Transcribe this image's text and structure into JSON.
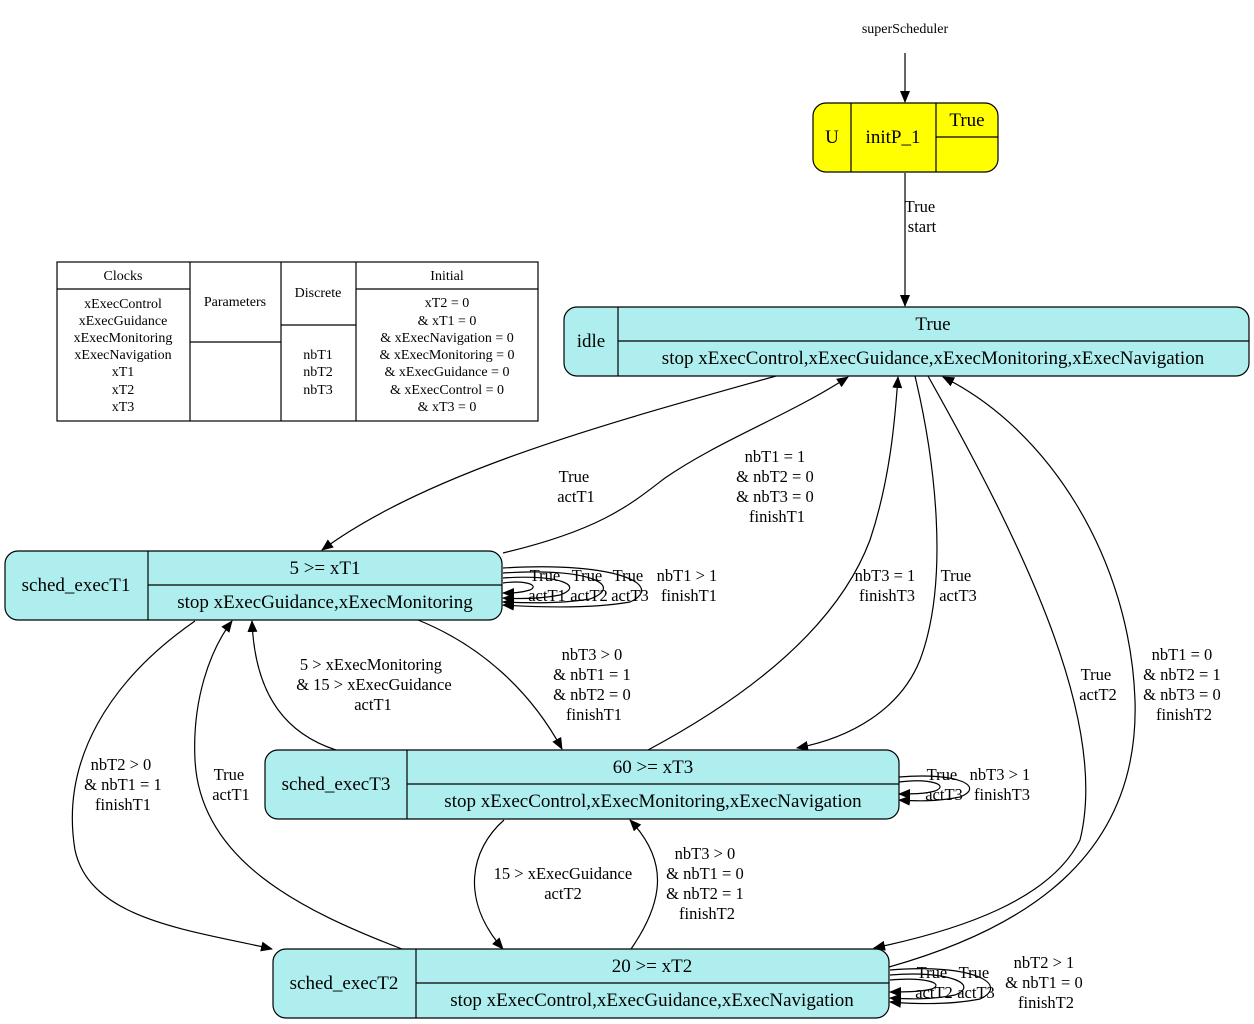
{
  "colors": {
    "initial_fill": "#ffff00",
    "state_fill": "#afeeee",
    "line": "#000000"
  },
  "start_label": "superScheduler",
  "initial_state": {
    "marker": "U",
    "name": "initP_1",
    "invariant": "True",
    "stop": ""
  },
  "states": {
    "idle": {
      "name": "idle",
      "invariant": "True",
      "stop": "stop xExecControl,xExecGuidance,xExecMonitoring,xExecNavigation"
    },
    "execT1": {
      "name": "sched_execT1",
      "invariant": "5 >= xT1",
      "stop": "stop xExecGuidance,xExecMonitoring"
    },
    "execT3": {
      "name": "sched_execT3",
      "invariant": "60 >= xT3",
      "stop": "stop xExecControl,xExecMonitoring,xExecNavigation"
    },
    "execT2": {
      "name": "sched_execT2",
      "invariant": "20 >= xT2",
      "stop": "stop xExecControl,xExecGuidance,xExecNavigation"
    }
  },
  "decl_table": {
    "clocks_header": "Clocks",
    "clocks": [
      "xExecControl",
      "xExecGuidance",
      "xExecMonitoring",
      "xExecNavigation",
      "xT1",
      "xT2",
      "xT3"
    ],
    "parameters_header": "Parameters",
    "discrete_header": "Discrete",
    "discrete": [
      "nbT1",
      "nbT2",
      "nbT3"
    ],
    "initial_header": "Initial",
    "initial": [
      "xT2 = 0",
      "& xT1 = 0",
      "& xExecNavigation = 0",
      "& xExecMonitoring = 0",
      "& xExecGuidance = 0",
      "& xExecControl = 0",
      "& xT3 = 0"
    ]
  },
  "edges": {
    "init_idle": [
      "True",
      "start"
    ],
    "idle_t1": [
      "True",
      "actT1"
    ],
    "t1_idle": [
      "nbT1 = 1",
      "& nbT2 = 0",
      "& nbT3 = 0",
      "finishT1"
    ],
    "t3_idle": [
      "nbT3 = 1",
      "finishT3"
    ],
    "idle_t3": [
      "True",
      "actT3"
    ],
    "idle_t2": [
      "True",
      "actT2"
    ],
    "t2_idle": [
      "nbT1 = 0",
      "& nbT2 = 1",
      "& nbT3 = 0",
      "finishT2"
    ],
    "t1_self_a": [
      "True",
      "actT1"
    ],
    "t1_self_b": [
      "True",
      "actT2"
    ],
    "t1_self_c": [
      "True",
      "actT3"
    ],
    "t1_self_d": [
      "nbT1 > 1",
      "finishT1"
    ],
    "t1_t3": [
      "nbT3 > 0",
      "& nbT1 = 1",
      "& nbT2 = 0",
      "finishT1"
    ],
    "t3_t1": [
      "5 > xExecMonitoring",
      "& 15 > xExecGuidance",
      "actT1"
    ],
    "t1_t2": [
      "nbT2 > 0",
      "& nbT1 = 1",
      "finishT1"
    ],
    "t2_t1": [
      "True",
      "actT1"
    ],
    "t3_self_a": [
      "True",
      "actT3"
    ],
    "t3_self_b": [
      "nbT3 > 1",
      "finishT3"
    ],
    "t3_t2": [
      "15 > xExecGuidance",
      "actT2"
    ],
    "t2_t3": [
      "nbT3 > 0",
      "& nbT1 = 0",
      "& nbT2 = 1",
      "finishT2"
    ],
    "t2_self_a": [
      "True",
      "actT2"
    ],
    "t2_self_b": [
      "True",
      "actT3"
    ],
    "t2_self_c": [
      "nbT2 > 1",
      "& nbT1 = 0",
      "finishT2"
    ]
  }
}
